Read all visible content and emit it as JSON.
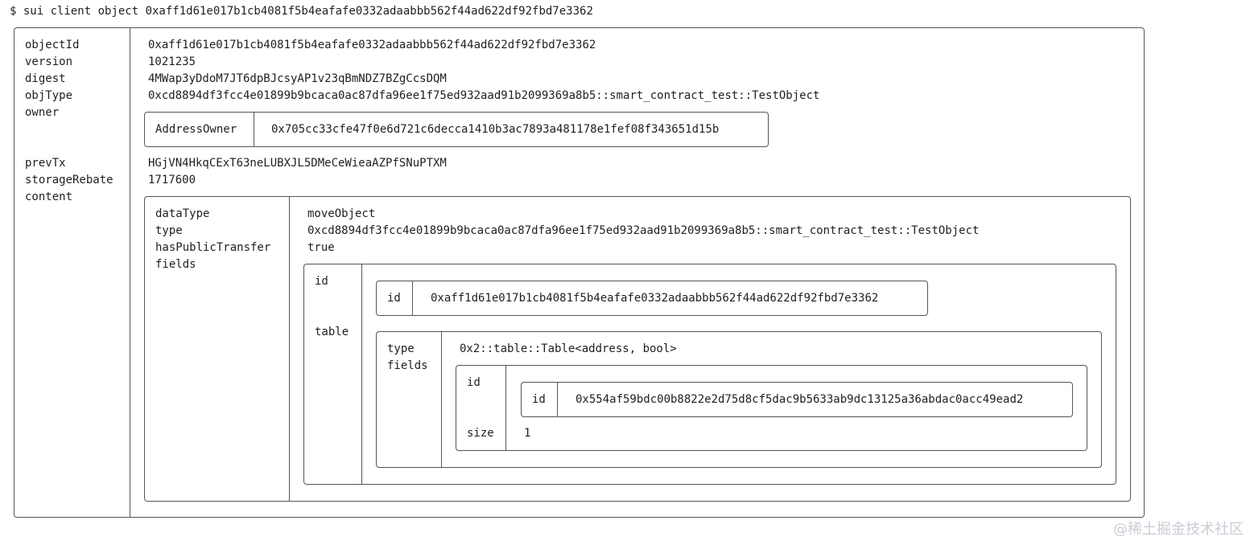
{
  "command": "$ sui client object 0xaff1d61e017b1cb4081f5b4eafafe0332adaabbb562f44ad622df92fbd7e3362",
  "object": {
    "keys": {
      "objectId": "objectId",
      "version": "version",
      "digest": "digest",
      "objType": "objType",
      "owner": "owner",
      "prevTx": "prevTx",
      "storageRebate": "storageRebate",
      "content": "content"
    },
    "objectId": "0xaff1d61e017b1cb4081f5b4eafafe0332adaabbb562f44ad622df92fbd7e3362",
    "version": "1021235",
    "digest": "4MWap3yDdoM7JT6dpBJcsyAP1v23qBmNDZ7BZgCcsDQM",
    "objType": "0xcd8894df3fcc4e01899b9bcaca0ac87dfa96ee1f75ed932aad91b2099369a8b5::smart_contract_test::TestObject",
    "owner": {
      "key": "AddressOwner",
      "value": "0x705cc33cfe47f0e6d721c6decca1410b3ac7893a481178e1fef08f343651d15b"
    },
    "prevTx": "HGjVN4HkqCExT63neLUBXJL5DMeCeWieaAZPfSNuPTXM",
    "storageRebate": "1717600",
    "content": {
      "keys": {
        "dataType": "dataType",
        "type": "type",
        "hasPublicTransfer": "hasPublicTransfer",
        "fields": "fields"
      },
      "dataType": "moveObject",
      "type": "0xcd8894df3fcc4e01899b9bcaca0ac87dfa96ee1f75ed932aad91b2099369a8b5::smart_contract_test::TestObject",
      "hasPublicTransfer": "true",
      "fields": {
        "keys": {
          "id": "id",
          "table": "table"
        },
        "id": {
          "key": "id",
          "value": "0xaff1d61e017b1cb4081f5b4eafafe0332adaabbb562f44ad622df92fbd7e3362"
        },
        "table": {
          "keys": {
            "type": "type",
            "fields": "fields"
          },
          "type": "0x2::table::Table<address, bool>",
          "fields": {
            "keys": {
              "id": "id",
              "size": "size"
            },
            "id": {
              "key": "id",
              "value": "0x554af59bdc00b8822e2d75d8cf5dac9b5633ab9dc13125a36abdac0acc49ead2"
            },
            "size": "1"
          }
        }
      }
    }
  },
  "watermark": "@稀土掘金技术社区"
}
